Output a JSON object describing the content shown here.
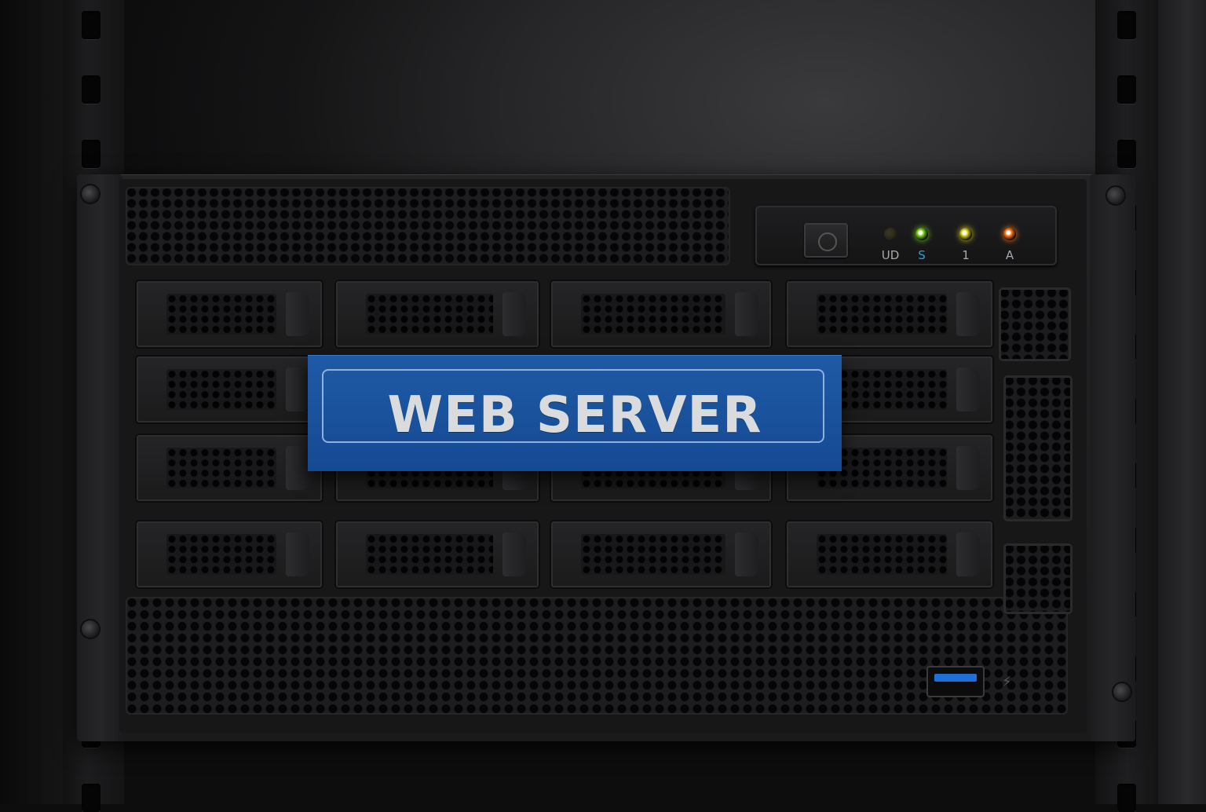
{
  "label": {
    "text": "WEB SERVER"
  },
  "control_panel": {
    "leds": [
      {
        "label": "UD",
        "color": "#2a2416",
        "lit": false
      },
      {
        "label": "S",
        "color": "#7ed321",
        "lit": true,
        "label_color": "#2a9fd6"
      },
      {
        "label": "1",
        "color": "#d8d21d",
        "lit": true
      },
      {
        "label": "A",
        "color": "#ff7a1a",
        "lit": true
      }
    ]
  },
  "colors": {
    "label_plate": "#1f5aa6",
    "usb_blue": "#1f6fd6"
  },
  "icons": [
    "power-button-icon",
    "usb-icon"
  ]
}
